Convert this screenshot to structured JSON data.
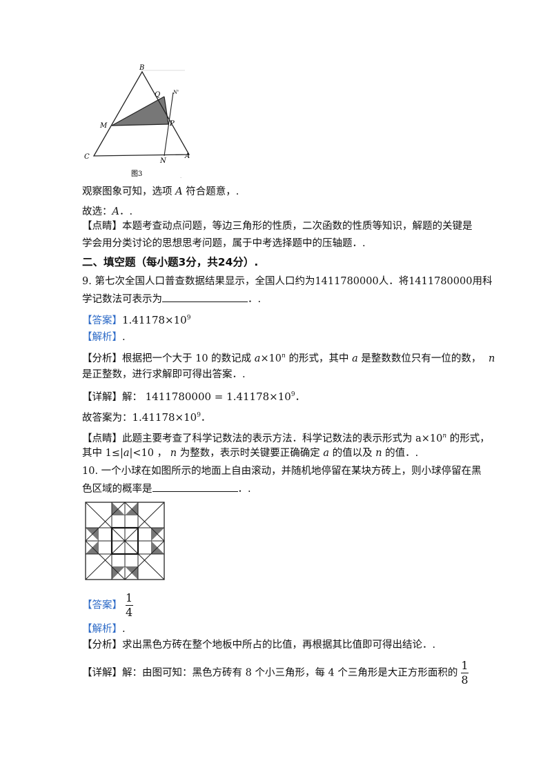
{
  "figure3": {
    "labels": {
      "B": "B",
      "Q": "Q",
      "N_prime": "N'",
      "M": "M",
      "P": "P",
      "C": "C",
      "N": "N",
      "A": "A"
    },
    "caption": "图3"
  },
  "lines": {
    "observe": "观察图象可知，选项",
    "observe_A": "A",
    "observe_rest": "符合题意，.",
    "choice_pre": "故选：",
    "choice_A": "A",
    "choice_post": "．.",
    "remark_tag": "【点睛】",
    "remark_1": "本题考查动点问题，等边三角形的性质，二次函数的性质等知识，解题的关键是",
    "remark_2": "学会用分类讨论的思想思考问题，属于中考选择题中的压轴题．.",
    "section2": "二、填空题（每小题3分，共24分）.",
    "q9_1": "9. 第七次全国人口普查数据结果显示，全国人口约为1411780000人．将1411780000用科",
    "q9_2a": "学记数法可表示为",
    "q9_2b": "．.",
    "ans_tag": "【答案】",
    "q9_ans_mant": "1.41178×10",
    "q9_ans_exp": "9",
    "jiexi_tag": "【解析】",
    "jiexi_dot": ".",
    "fenxi_tag": "【分析】",
    "q9_fx_1a": "根据把一个大于 10 的数记成",
    "q9_fx_1b": "a",
    "q9_fx_1c": "×10",
    "q9_fx_1d": "n",
    "q9_fx_1e": "的形式，其中",
    "q9_fx_1f": "a",
    "q9_fx_1g": "是整数数位只有一位的数，",
    "q9_fx_1h": "n",
    "q9_fx_2": "是正整数，进行求解即可得出答案．.",
    "xiangjie_tag": "【详解】",
    "q9_xj_a": "解：",
    "q9_xj_b": "1411780000 = 1.41178×10",
    "q9_xj_exp": "9",
    "q9_xj_c": "．",
    "q9_so_a": "故答案为：",
    "q9_so_b": "1.41178×10",
    "q9_so_exp": "9",
    "q9_so_c": "．",
    "q9_dj_1a": "此题主要考查了科学记数法的表示方法．科学记数法的表示形式为",
    "q9_dj_1b": "a×10",
    "q9_dj_1c": "n",
    "q9_dj_1d": "的形式，",
    "q9_dj_2a": "其中  1≤|",
    "q9_dj_2b": "a",
    "q9_dj_2c": "|<10 ，",
    "q9_dj_2d": "n",
    "q9_dj_2e": "为整数，表示时关键要正确确定",
    "q9_dj_2f": "a",
    "q9_dj_2g": "的值以及",
    "q9_dj_2h": "n",
    "q9_dj_2i": "的值．.",
    "q10_1": "10. 一个小球在如图所示的地面上自由滚动，并随机地停留在某块方砖上，则小球停留在黑",
    "q10_2a": "色区域的概率是",
    "q10_2b": "．.",
    "q10_ans_num": "1",
    "q10_ans_den": "4",
    "q10_fx": "求出黑色方砖在整个地板中所占的比值，再根据其比值即可得出结论．.",
    "q10_xj": "解：由图可知：黑色方砖有 8 个小三角形，每 4 个三角形是大正方形面积的",
    "q10_xj_num": "1",
    "q10_xj_den": "8"
  },
  "colors": {
    "tag_blue": "#2e6bc7",
    "shade": "#777777"
  }
}
